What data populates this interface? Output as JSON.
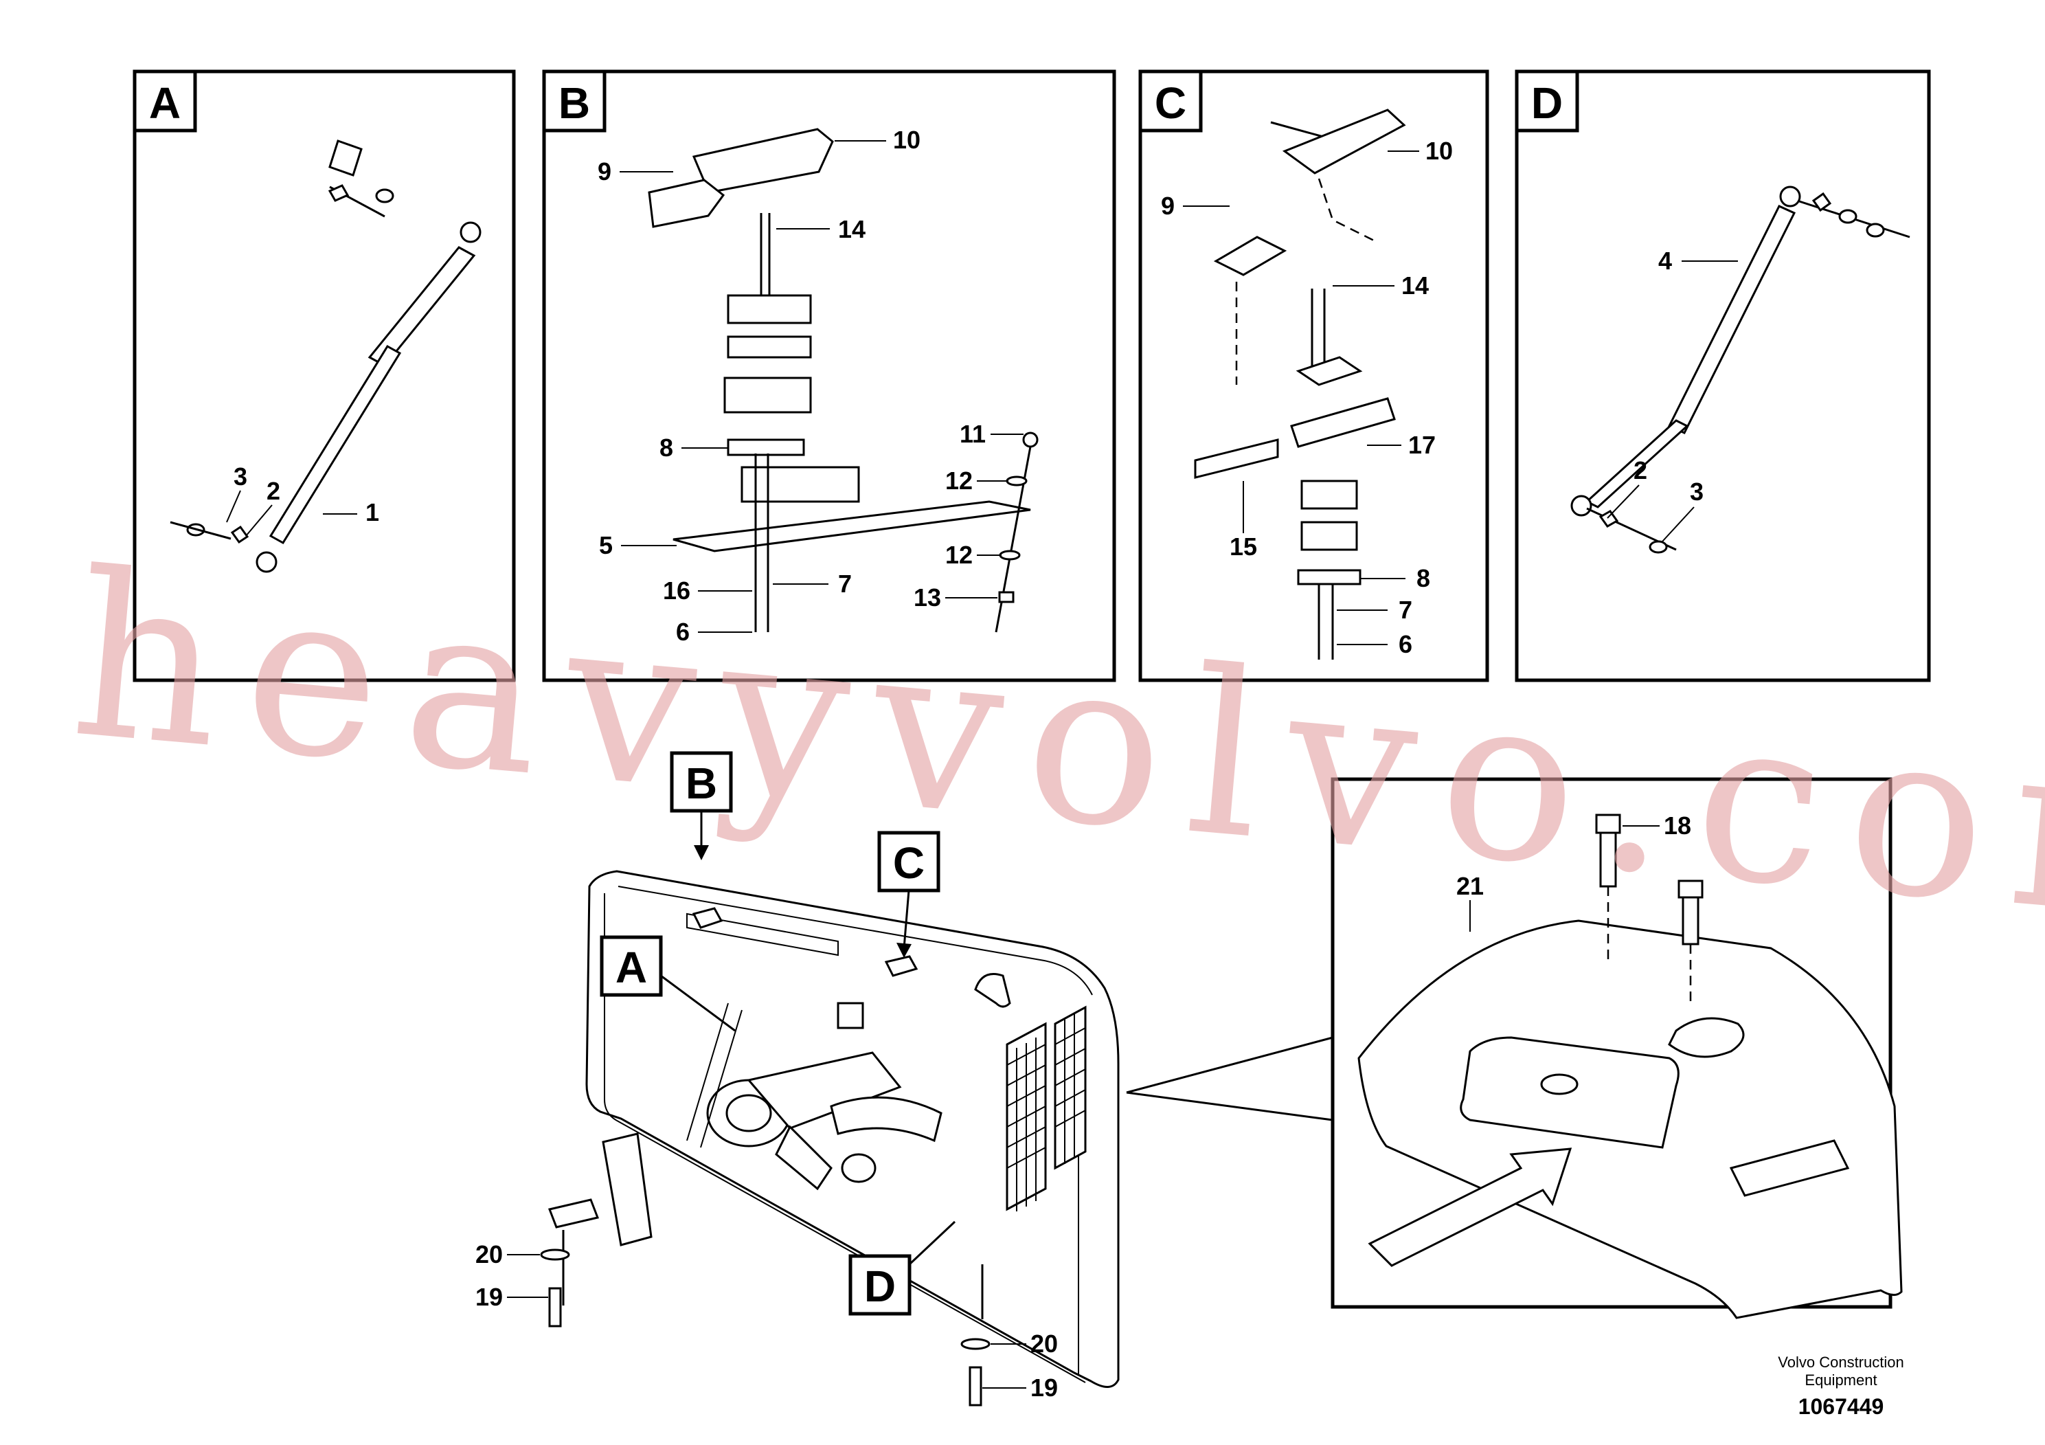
{
  "panels": {
    "a": "A",
    "b": "B",
    "c": "C",
    "d": "D"
  },
  "callouts": {
    "b": "B",
    "c": "C",
    "a": "A",
    "d": "D"
  },
  "labels": {
    "a": [
      "3",
      "2",
      "1"
    ],
    "b": [
      "10",
      "9",
      "14",
      "8",
      "5",
      "16",
      "6",
      "7",
      "11",
      "12",
      "12",
      "13"
    ],
    "c": [
      "10",
      "9",
      "14",
      "17",
      "15",
      "8",
      "7",
      "6"
    ],
    "d": [
      "4",
      "2",
      "3"
    ],
    "main": [
      "20",
      "19",
      "20",
      "19"
    ],
    "detail": [
      "18",
      "21"
    ]
  },
  "watermark": "heavyvolvo.com",
  "footer": {
    "company_line1": "Volvo Construction",
    "company_line2": "Equipment",
    "drawing_number": "1067449"
  }
}
